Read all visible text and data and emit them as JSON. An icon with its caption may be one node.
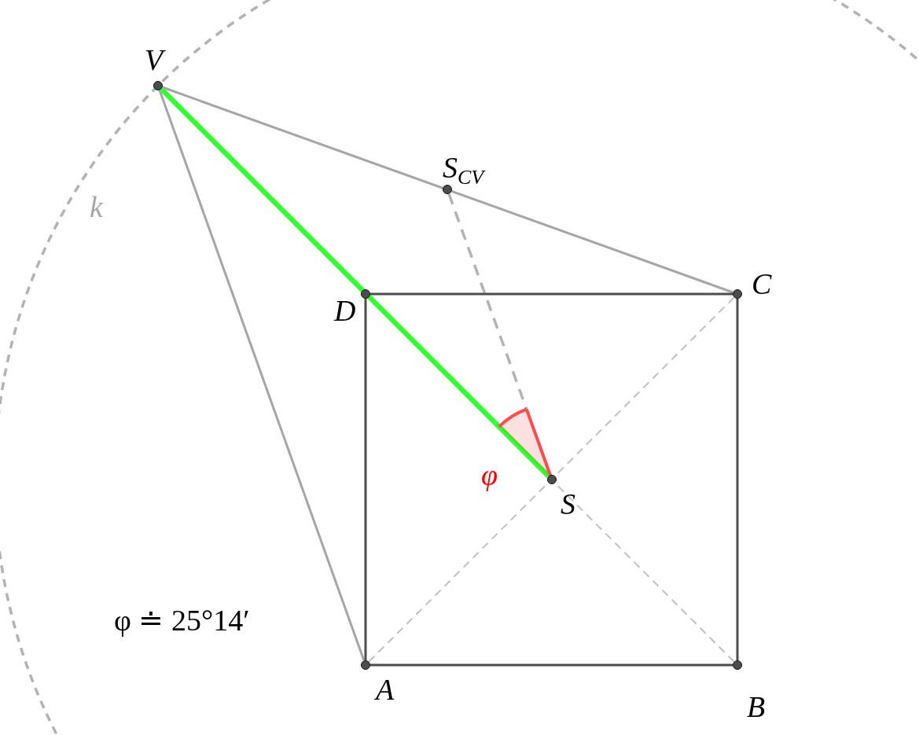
{
  "diagram": {
    "nodes": [
      {
        "text": [
          "V"
        ]
      },
      {
        "text": [
          "S$_{CV}$"
        ]
      },
      {
        "text": [
          "C"
        ]
      },
      {
        "text": [
          "D"
        ]
      },
      {
        "text": [
          "S"
        ]
      },
      {
        "text": [
          "A"
        ]
      },
      {
        "text": [
          "B"
        ]
      }
    ],
    "edges": [
      {
        "from": 5,
        "to": 6,
        "arrow": "none"
      },
      {
        "from": 6,
        "to": 2,
        "arrow": "none"
      },
      {
        "from": 2,
        "to": 3,
        "arrow": "none"
      },
      {
        "from": 3,
        "to": 5,
        "arrow": "none"
      },
      {
        "from": 0,
        "to": 5,
        "arrow": "none",
        "color": "#a6a6a6"
      },
      {
        "from": 0,
        "to": 2,
        "arrow": "none",
        "color": "#a6a6a6"
      },
      {
        "from": 0,
        "to": 4,
        "arrow": "none",
        "style": "thick",
        "color": "#33ff33"
      },
      {
        "from": 1,
        "to": 4,
        "arrow": "none",
        "style": "dashed",
        "color": "#b3b3b3"
      },
      {
        "from": 5,
        "to": 2,
        "arrow": "none",
        "style": "dashed",
        "color": "#c0c0c0"
      },
      {
        "from": 6,
        "to": 3,
        "arrow": "none",
        "style": "dashed",
        "color": "#c0c0c0"
      }
    ],
    "labels": [
      "k",
      "φ",
      "φ ≐ 25°14′"
    ]
  }
}
